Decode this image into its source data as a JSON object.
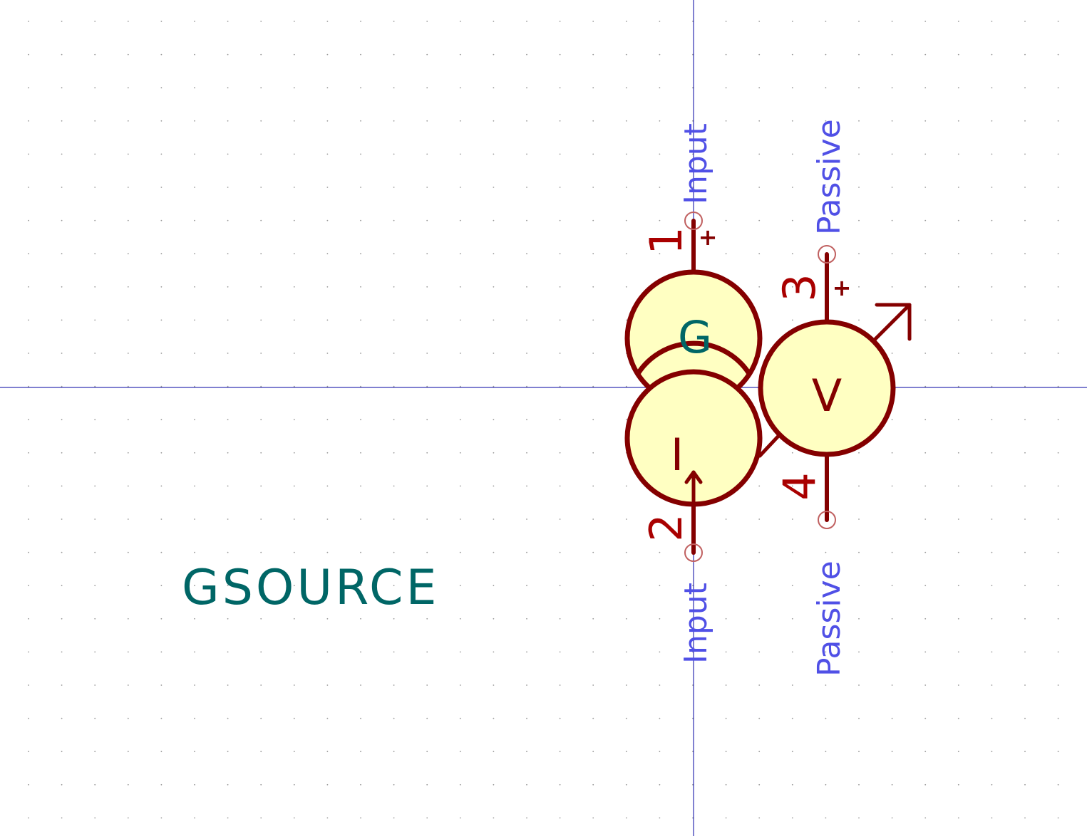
{
  "component": {
    "reference": "GSOURCE",
    "circle_letters": {
      "g": "G",
      "i": "I",
      "v": "V"
    },
    "polarity_mark": "+"
  },
  "pins": [
    {
      "number": "1",
      "type": "Input"
    },
    {
      "number": "2",
      "type": "Input"
    },
    {
      "number": "3",
      "type": "Passive"
    },
    {
      "number": "4",
      "type": "Passive"
    }
  ],
  "colors": {
    "body_outline": "#840000",
    "body_fill": "#ffffc2",
    "pin_number": "#a90000",
    "pin_type": "#5050e6",
    "reference": "#006666",
    "axis": "#0000a0",
    "grid_dot": "#9a9a9a"
  }
}
